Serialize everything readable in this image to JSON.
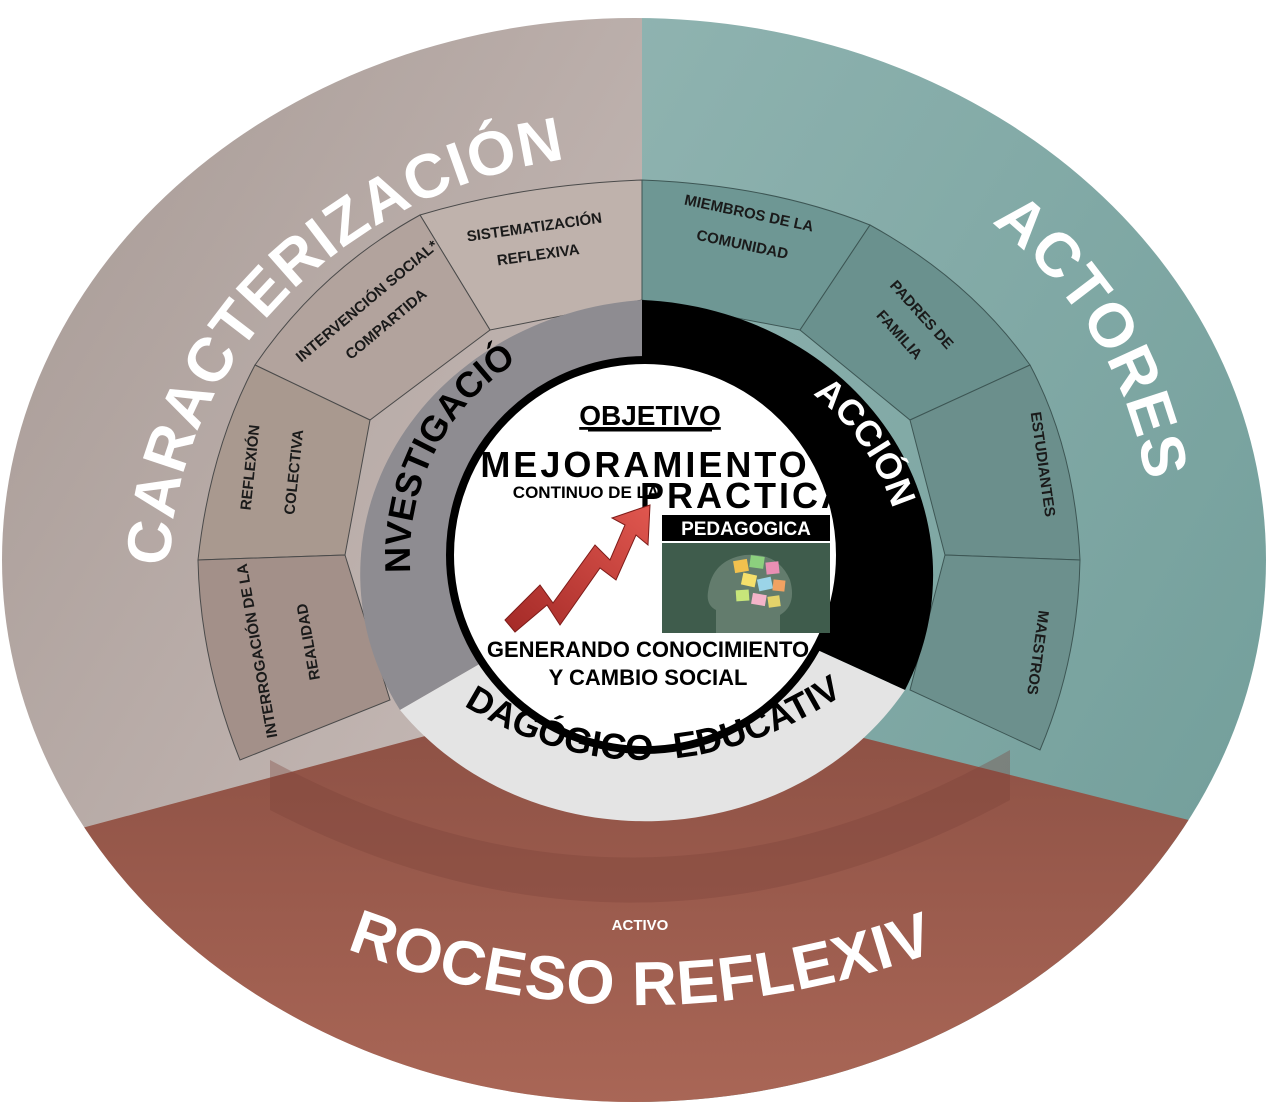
{
  "outer_ring": {
    "top_left": "CARACTERIZACIÓN",
    "top_right": "ACTORES",
    "bottom": "PROCESO REFLEXIVO",
    "bottom_small": "ACTIVO"
  },
  "left_segments": [
    {
      "line1": "SISTEMATIZACIÓN",
      "line2": "REFLEXIVA"
    },
    {
      "line1": "INTERVENCIÓN SOCIAL*",
      "line2": "COMPARTIDA"
    },
    {
      "line1": "REFLEXIÓN",
      "line2": "COLECTIVA"
    },
    {
      "line1": "INTERROGACIÓN DE LA",
      "line2": "REALIDAD"
    }
  ],
  "right_segments": [
    {
      "line1": "MIEMBROS DE LA",
      "line2": "COMUNIDAD"
    },
    {
      "line1": "PADRES DE",
      "line2": "FAMILIA"
    },
    {
      "line1": "ESTUDIANTES",
      "line2": ""
    },
    {
      "line1": "MAESTROS",
      "line2": ""
    }
  ],
  "inner_ring": {
    "left": "INVESTIGACIÓN",
    "right": "ACCIÓN",
    "bottom": "PEDAGÓGICO -EDUCATIVO"
  },
  "center": {
    "title": "OBJETIVO",
    "line1": "MEJORAMIENTO",
    "line2_small": "CONTINUO DE LA",
    "line2_big": "PRACTICA",
    "line3": "PEDAGOGICA",
    "bottom1": "GENERANDO CONOCIMIENTO",
    "bottom2": "Y CAMBIO SOCIAL"
  },
  "colors": {
    "caracterizacion": "#b9a9a4",
    "actores": "#7fa8a5",
    "proceso": "#9e5d4f",
    "investigacion": "#8e8c91",
    "accion": "#000000",
    "pedagogico": "#e3e3e3",
    "arrow": "#c9302c",
    "board": "#3f5c4c"
  }
}
